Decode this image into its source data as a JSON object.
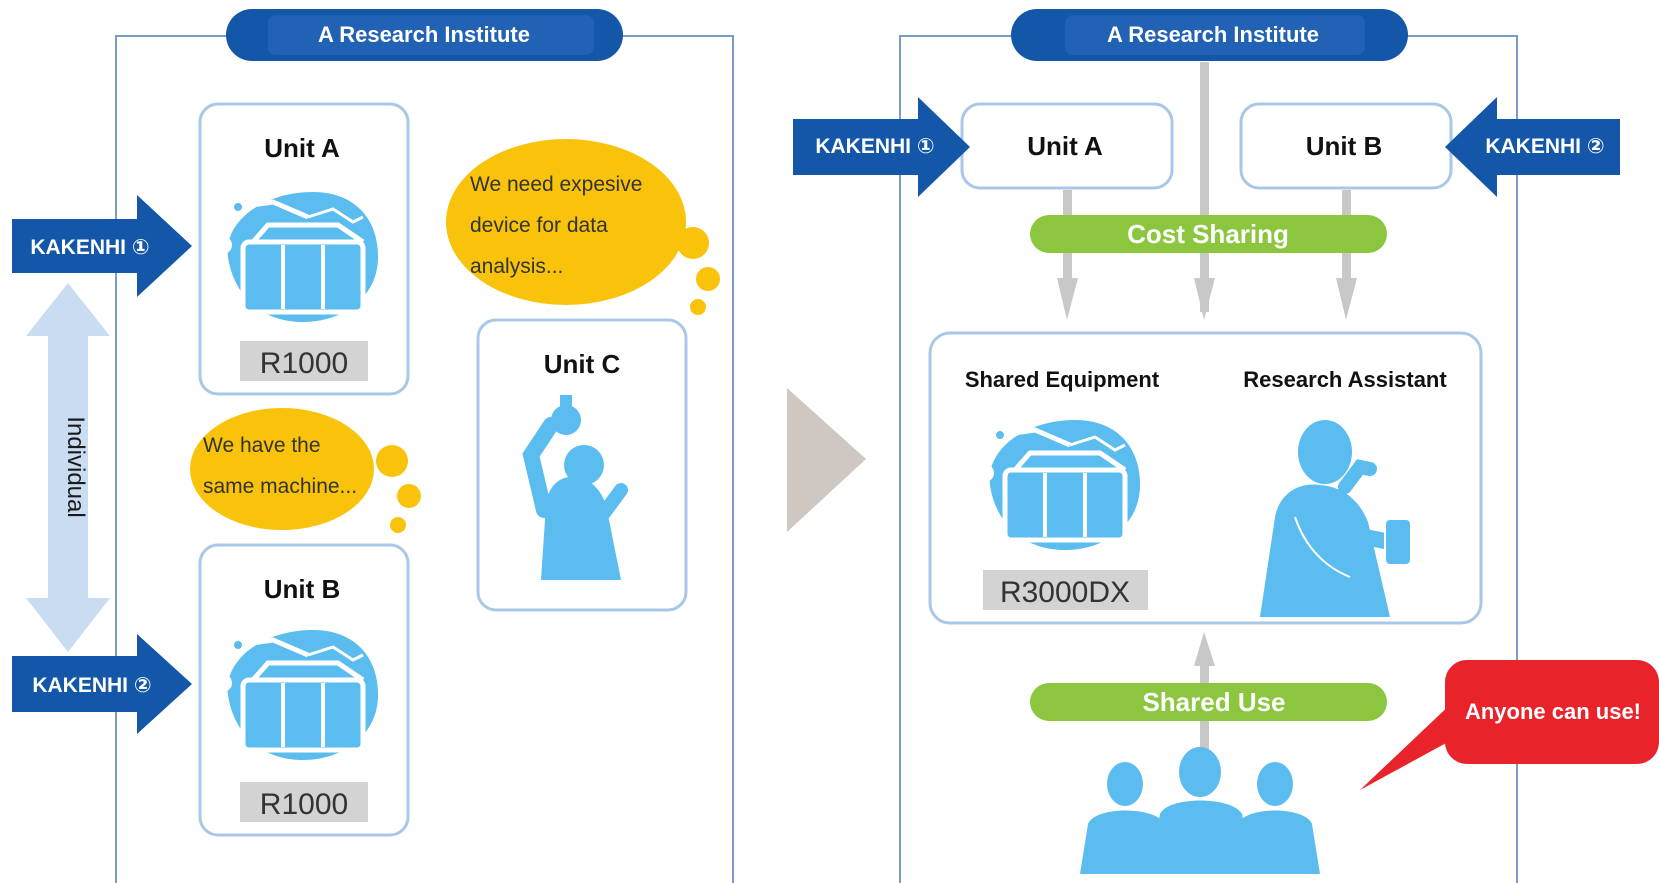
{
  "left_panel": {
    "header": "A Research Institute",
    "unit_a": {
      "title": "Unit A",
      "model": "R1000"
    },
    "unit_b": {
      "title": "Unit B",
      "model": "R1000"
    },
    "unit_c": {
      "title": "Unit C"
    },
    "kakenhi_1": "KAKENHI ①",
    "kakenhi_2": "KAKENHI ②",
    "individual_label": "Individual",
    "bubble_unit_c": [
      "We need expesive",
      "device for data",
      "analysis..."
    ],
    "bubble_machine": [
      "We have the",
      "same machine..."
    ]
  },
  "right_panel": {
    "header": "A Research Institute",
    "unit_a": "Unit A",
    "unit_b": "Unit B",
    "kakenhi_1": "KAKENHI ①",
    "kakenhi_2": "KAKENHI ②",
    "cost_sharing": "Cost Sharing",
    "shared_equipment": "Shared Equipment",
    "research_assistant": "Research Assistant",
    "shared_model": "R3000DX",
    "shared_use": "Shared Use",
    "anyone_can_use": "Anyone can use!"
  },
  "colors": {
    "navy": "#1457a8",
    "frame": "#3a6fa8",
    "unit_border": "#a9c8e8",
    "light_blue": "#5bbcf0",
    "pale_blue": "#c9dcf2",
    "yellow": "#f8c30a",
    "green": "#8cc63f",
    "red": "#e8232a",
    "gray_arrow": "#c8c8c8",
    "transition_arrow": "#cfc7c2",
    "label_gray": "#d3d3d3"
  }
}
